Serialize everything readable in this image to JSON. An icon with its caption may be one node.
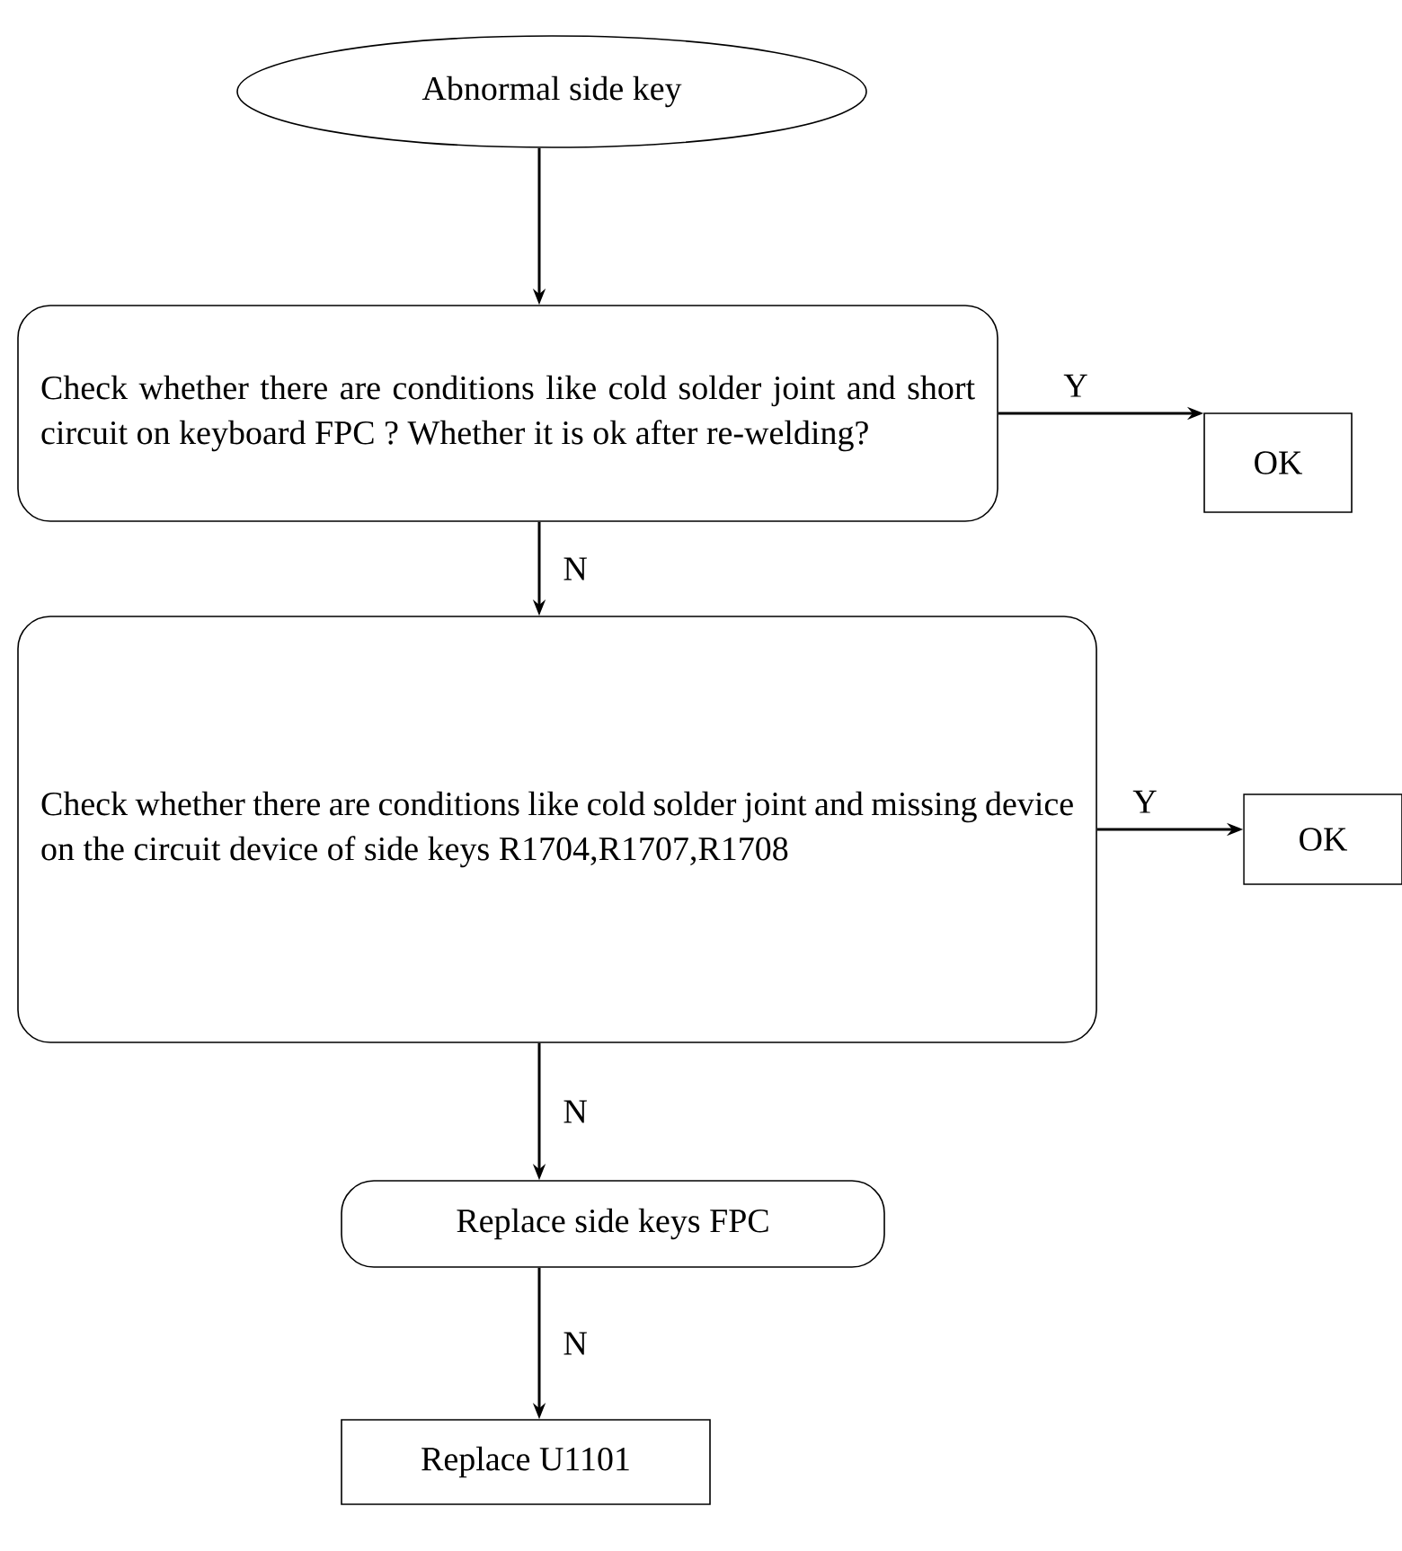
{
  "diagram": {
    "nodes": [
      {
        "text": [
          "Abnormal side key"
        ]
      },
      {
        "text": [
          "Check whether there are conditions like cold solder joint and short circuit on keyboard FPC ? Whether it is ok after re-welding?"
        ]
      },
      {
        "text": [
          "OK"
        ]
      },
      {
        "text": [
          "Check whether there are conditions like cold solder joint and missing device on the circuit device of side keys R1704,R1707,R1708"
        ]
      },
      {
        "text": [
          "OK"
        ]
      },
      {
        "text": [
          "Replace side keys FPC"
        ]
      },
      {
        "text": [
          "Replace U1101"
        ]
      }
    ],
    "edges": [
      {
        "from": 0,
        "to": 1,
        "arrow": "to"
      },
      {
        "from": 1,
        "to": 2,
        "arrow": "to",
        "label": "Y"
      },
      {
        "from": 1,
        "to": 3,
        "arrow": "to",
        "label": "N"
      },
      {
        "from": 3,
        "to": 4,
        "arrow": "to",
        "label": "Y"
      },
      {
        "from": 3,
        "to": 5,
        "arrow": "to",
        "label": "N"
      },
      {
        "from": 5,
        "to": 6,
        "arrow": "to",
        "label": "N"
      }
    ]
  }
}
